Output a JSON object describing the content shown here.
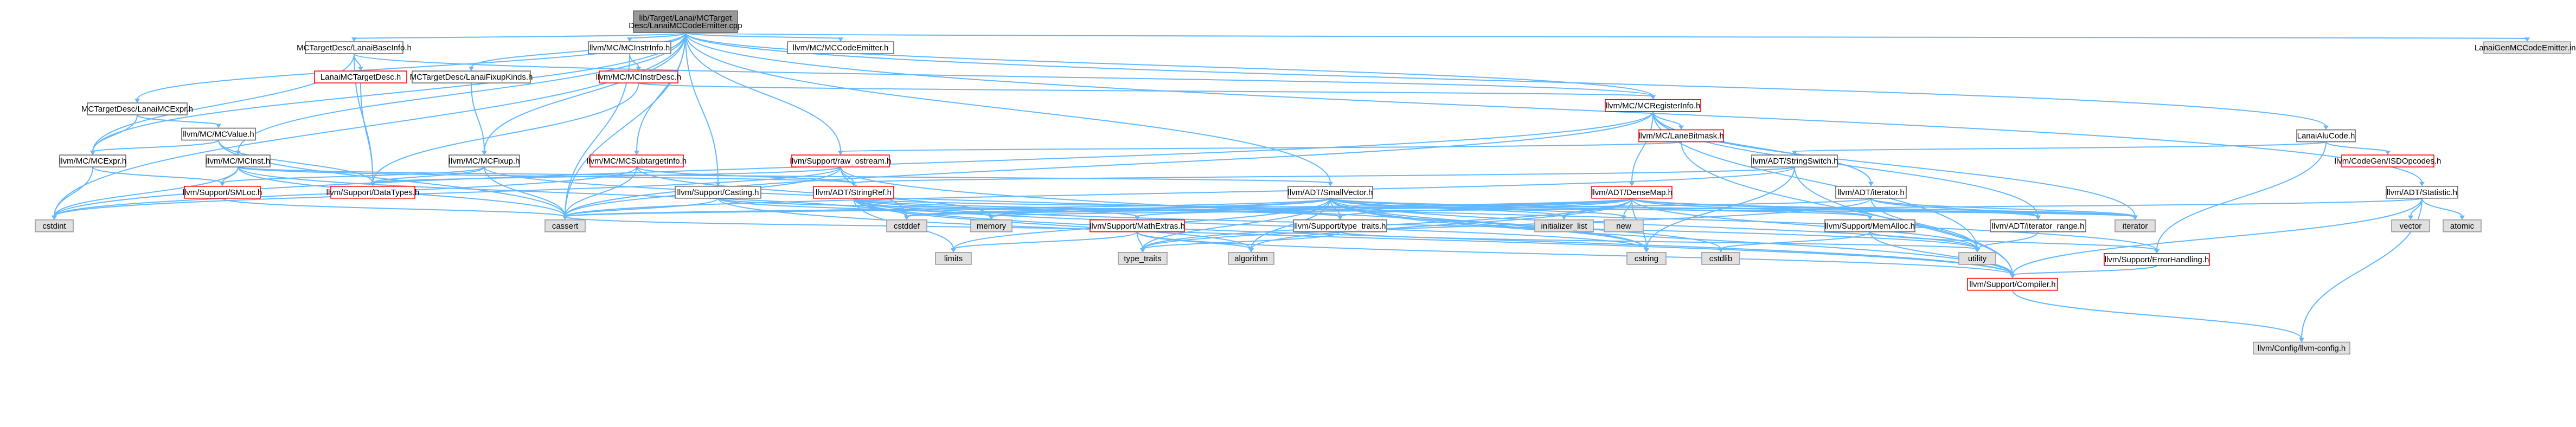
{
  "colors": {
    "edge": "#63b8ff",
    "root_fill": "#999999",
    "root_border": "#666666",
    "normal_fill": "#ffffff",
    "normal_border": "#666666",
    "normal_text": "#000000",
    "truncated_border": "#ff0000",
    "truncated_text": "#a50000",
    "system_fill": "#e0e0e0",
    "system_border": "#999999"
  },
  "nodes": [
    {
      "id": "root",
      "lines": [
        "lib/Target/Lanai/MCTarget",
        "Desc/LanaiMCCodeEmitter.cpp"
      ],
      "kind": "root"
    },
    {
      "id": "lanaibaseinfo",
      "lines": [
        "MCTargetDesc/LanaiBaseInfo.h"
      ],
      "kind": "normal"
    },
    {
      "id": "mcinstrinfo",
      "lines": [
        "llvm/MC/MCInstrInfo.h"
      ],
      "kind": "normal"
    },
    {
      "id": "mccodeemitter",
      "lines": [
        "llvm/MC/MCCodeEmitter.h"
      ],
      "kind": "normal"
    },
    {
      "id": "genmc",
      "lines": [
        "LanaiGenMCCodeEmitter.inc"
      ],
      "kind": "system"
    },
    {
      "id": "lanaimcexpr",
      "lines": [
        "MCTargetDesc/LanaiMCExpr.h"
      ],
      "kind": "normal"
    },
    {
      "id": "lanaitargetdesc",
      "lines": [
        "LanaiMCTargetDesc.h"
      ],
      "kind": "truncated"
    },
    {
      "id": "fixupkinds",
      "lines": [
        "MCTargetDesc/LanaiFixupKinds.h"
      ],
      "kind": "normal"
    },
    {
      "id": "mcinstrdesc",
      "lines": [
        "llvm/MC/MCInstrDesc.h"
      ],
      "kind": "truncated"
    },
    {
      "id": "mcregisterinfo",
      "lines": [
        "llvm/MC/MCRegisterInfo.h"
      ],
      "kind": "truncated"
    },
    {
      "id": "mcvalue",
      "lines": [
        "llvm/MC/MCValue.h"
      ],
      "kind": "normal"
    },
    {
      "id": "mcexpr",
      "lines": [
        "llvm/MC/MCExpr.h"
      ],
      "kind": "normal"
    },
    {
      "id": "mcinst",
      "lines": [
        "llvm/MC/MCInst.h"
      ],
      "kind": "normal"
    },
    {
      "id": "mcfixup",
      "lines": [
        "llvm/MC/MCFixup.h"
      ],
      "kind": "normal"
    },
    {
      "id": "subtargetinfo",
      "lines": [
        "llvm/MC/MCSubtargetInfo.h"
      ],
      "kind": "truncated"
    },
    {
      "id": "lanebitmask",
      "lines": [
        "llvm/MC/LaneBitmask.h"
      ],
      "kind": "truncated"
    },
    {
      "id": "lanaialuchode",
      "lines": [
        "LanaiAluCode.h"
      ],
      "kind": "normal"
    },
    {
      "id": "isdopcodes",
      "lines": [
        "llvm/CodeGen/ISDOpcodes.h"
      ],
      "kind": "truncated"
    },
    {
      "id": "rawostream",
      "lines": [
        "llvm/Support/raw_ostream.h"
      ],
      "kind": "truncated"
    },
    {
      "id": "stringswitch",
      "lines": [
        "llvm/ADT/StringSwitch.h"
      ],
      "kind": "normal"
    },
    {
      "id": "smloc",
      "lines": [
        "llvm/Support/SMLoc.h"
      ],
      "kind": "truncated"
    },
    {
      "id": "datatypes",
      "lines": [
        "llvm/Support/DataTypes.h"
      ],
      "kind": "truncated"
    },
    {
      "id": "stringref",
      "lines": [
        "llvm/ADT/StringRef.h"
      ],
      "kind": "truncated"
    },
    {
      "id": "casting",
      "lines": [
        "llvm/Support/Casting.h"
      ],
      "kind": "normal"
    },
    {
      "id": "smallvector",
      "lines": [
        "llvm/ADT/SmallVector.h"
      ],
      "kind": "normal"
    },
    {
      "id": "densemap",
      "lines": [
        "llvm/ADT/DenseMap.h"
      ],
      "kind": "truncated"
    },
    {
      "id": "adtiterator",
      "lines": [
        "llvm/ADT/iterator.h"
      ],
      "kind": "normal"
    },
    {
      "id": "statistic",
      "lines": [
        "llvm/ADT/Statistic.h"
      ],
      "kind": "normal"
    },
    {
      "id": "cstdint",
      "lines": [
        "cstdint"
      ],
      "kind": "system"
    },
    {
      "id": "cassert",
      "lines": [
        "cassert"
      ],
      "kind": "system"
    },
    {
      "id": "cstddef",
      "lines": [
        "cstddef"
      ],
      "kind": "system"
    },
    {
      "id": "memory",
      "lines": [
        "memory"
      ],
      "kind": "system"
    },
    {
      "id": "mathextras",
      "lines": [
        "llvm/Support/MathExtras.h"
      ],
      "kind": "truncated"
    },
    {
      "id": "typetraitsh",
      "lines": [
        "llvm/Support/type_traits.h"
      ],
      "kind": "normal"
    },
    {
      "id": "initlist",
      "lines": [
        "initializer_list"
      ],
      "kind": "system"
    },
    {
      "id": "new",
      "lines": [
        "new"
      ],
      "kind": "system"
    },
    {
      "id": "memalloc",
      "lines": [
        "llvm/Support/MemAlloc.h"
      ],
      "kind": "normal"
    },
    {
      "id": "iterrange",
      "lines": [
        "llvm/ADT/iterator_range.h"
      ],
      "kind": "normal"
    },
    {
      "id": "iterator",
      "lines": [
        "iterator"
      ],
      "kind": "system"
    },
    {
      "id": "vector",
      "lines": [
        "vector"
      ],
      "kind": "system"
    },
    {
      "id": "atomic",
      "lines": [
        "atomic"
      ],
      "kind": "system"
    },
    {
      "id": "limits",
      "lines": [
        "limits"
      ],
      "kind": "system"
    },
    {
      "id": "typetraits",
      "lines": [
        "type_traits"
      ],
      "kind": "system"
    },
    {
      "id": "algorithm",
      "lines": [
        "algorithm"
      ],
      "kind": "system"
    },
    {
      "id": "cstring",
      "lines": [
        "cstring"
      ],
      "kind": "system"
    },
    {
      "id": "cstdlib",
      "lines": [
        "cstdlib"
      ],
      "kind": "system"
    },
    {
      "id": "utility",
      "lines": [
        "utility"
      ],
      "kind": "system"
    },
    {
      "id": "errorhandling",
      "lines": [
        "llvm/Support/ErrorHandling.h"
      ],
      "kind": "truncated"
    },
    {
      "id": "compiler",
      "lines": [
        "llvm/Support/Compiler.h"
      ],
      "kind": "truncated"
    },
    {
      "id": "llvmconfig",
      "lines": [
        "llvm/Config/llvm-config.h"
      ],
      "kind": "system"
    }
  ],
  "edges": [
    [
      "root",
      "lanaibaseinfo"
    ],
    [
      "root",
      "mcinstrinfo"
    ],
    [
      "root",
      "mccodeemitter"
    ],
    [
      "root",
      "genmc"
    ],
    [
      "root",
      "lanaimcexpr"
    ],
    [
      "root",
      "fixupkinds"
    ],
    [
      "root",
      "mcregisterinfo"
    ],
    [
      "root",
      "mcexpr"
    ],
    [
      "root",
      "mcinst"
    ],
    [
      "root",
      "mcfixup"
    ],
    [
      "root",
      "subtargetinfo"
    ],
    [
      "root",
      "rawostream"
    ],
    [
      "root",
      "lanaialuchode"
    ],
    [
      "root",
      "casting"
    ],
    [
      "root",
      "smallvector"
    ],
    [
      "root",
      "statistic"
    ],
    [
      "root",
      "cstdint"
    ],
    [
      "root",
      "cassert"
    ],
    [
      "lanaibaseinfo",
      "lanaitargetdesc"
    ],
    [
      "lanaibaseinfo",
      "mcregisterinfo"
    ],
    [
      "lanaibaseinfo",
      "datatypes"
    ],
    [
      "lanaibaseinfo",
      "mcexpr"
    ],
    [
      "lanaitargetdesc",
      "datatypes"
    ],
    [
      "mcinstrinfo",
      "mcinstrdesc"
    ],
    [
      "mcinstrinfo",
      "cassert"
    ],
    [
      "mcinstrdesc",
      "mcregisterinfo"
    ],
    [
      "mcinstrdesc",
      "datatypes"
    ],
    [
      "fixupkinds",
      "mcfixup"
    ],
    [
      "lanaimcexpr",
      "mcexpr"
    ],
    [
      "lanaimcexpr",
      "mcvalue"
    ],
    [
      "mcvalue",
      "mcexpr"
    ],
    [
      "mcvalue",
      "datatypes"
    ],
    [
      "mcvalue",
      "cassert"
    ],
    [
      "mcexpr",
      "smloc"
    ],
    [
      "mcexpr",
      "cstdint"
    ],
    [
      "mcinst",
      "smloc"
    ],
    [
      "mcinst",
      "stringref"
    ],
    [
      "mcinst",
      "smallvector"
    ],
    [
      "mcinst",
      "cassert"
    ],
    [
      "mcinst",
      "cstdint"
    ],
    [
      "mcinst",
      "cstddef"
    ],
    [
      "mcfixup",
      "smloc"
    ],
    [
      "mcfixup",
      "datatypes"
    ],
    [
      "mcfixup",
      "errorhandling"
    ],
    [
      "mcfixup",
      "cassert"
    ],
    [
      "subtargetinfo",
      "stringref"
    ],
    [
      "subtargetinfo",
      "cassert"
    ],
    [
      "subtargetinfo",
      "cstdint"
    ],
    [
      "subtargetinfo",
      "memory"
    ],
    [
      "mcregisterinfo",
      "lanebitmask"
    ],
    [
      "mcregisterinfo",
      "densemap"
    ],
    [
      "mcregisterinfo",
      "adtiterator"
    ],
    [
      "mcregisterinfo",
      "iterrange"
    ],
    [
      "mcregisterinfo",
      "cassert"
    ],
    [
      "mcregisterinfo",
      "cstdint"
    ],
    [
      "mcregisterinfo",
      "iterator"
    ],
    [
      "mcregisterinfo",
      "utility"
    ],
    [
      "lanebitmask",
      "rawostream"
    ],
    [
      "lanebitmask",
      "compiler"
    ],
    [
      "rawostream",
      "stringref"
    ],
    [
      "rawostream",
      "datatypes"
    ],
    [
      "rawostream",
      "cassert"
    ],
    [
      "rawostream",
      "cstddef"
    ],
    [
      "rawostream",
      "cstdint"
    ],
    [
      "rawostream",
      "cstring"
    ],
    [
      "lanaialuchode",
      "stringswitch"
    ],
    [
      "lanaialuchode",
      "isdopcodes"
    ],
    [
      "lanaialuchode",
      "errorhandling"
    ],
    [
      "stringswitch",
      "stringref"
    ],
    [
      "stringswitch",
      "compiler"
    ],
    [
      "stringswitch",
      "cassert"
    ],
    [
      "stringswitch",
      "cstring"
    ],
    [
      "smloc",
      "cassert"
    ],
    [
      "stringref",
      "mathextras"
    ],
    [
      "stringref",
      "cstddef"
    ],
    [
      "stringref",
      "typetraitsh"
    ],
    [
      "stringref",
      "iterator"
    ],
    [
      "stringref",
      "limits"
    ],
    [
      "stringref",
      "algorithm"
    ],
    [
      "stringref",
      "cstring"
    ],
    [
      "stringref",
      "compiler"
    ],
    [
      "stringref",
      "utility"
    ],
    [
      "casting",
      "typetraitsh"
    ],
    [
      "casting",
      "cassert"
    ],
    [
      "casting",
      "memory"
    ],
    [
      "casting",
      "compiler"
    ],
    [
      "smallvector",
      "compiler"
    ],
    [
      "smallvector",
      "typetraitsh"
    ],
    [
      "smallvector",
      "algorithm"
    ],
    [
      "smallvector",
      "cassert"
    ],
    [
      "smallvector",
      "cstddef"
    ],
    [
      "smallvector",
      "cstdlib"
    ],
    [
      "smallvector",
      "cstring"
    ],
    [
      "smallvector",
      "initlist"
    ],
    [
      "smallvector",
      "iterator"
    ],
    [
      "smallvector",
      "limits"
    ],
    [
      "smallvector",
      "memory"
    ],
    [
      "smallvector",
      "new"
    ],
    [
      "smallvector",
      "typetraits"
    ],
    [
      "smallvector",
      "utility"
    ],
    [
      "smallvector",
      "memalloc"
    ],
    [
      "densemap",
      "mathextras"
    ],
    [
      "densemap",
      "memalloc"
    ],
    [
      "densemap",
      "typetraitsh"
    ],
    [
      "densemap",
      "iterrange"
    ],
    [
      "densemap",
      "algorithm"
    ],
    [
      "densemap",
      "cassert"
    ],
    [
      "densemap",
      "cstddef"
    ],
    [
      "densemap",
      "cstring"
    ],
    [
      "densemap",
      "initlist"
    ],
    [
      "densemap",
      "iterator"
    ],
    [
      "densemap",
      "new"
    ],
    [
      "densemap",
      "typetraits"
    ],
    [
      "densemap",
      "utility"
    ],
    [
      "adtiterator",
      "iterrange"
    ],
    [
      "adtiterator",
      "iterator"
    ],
    [
      "adtiterator",
      "cstddef"
    ],
    [
      "adtiterator",
      "typetraits"
    ],
    [
      "adtiterator",
      "utility"
    ],
    [
      "iterrange",
      "utility"
    ],
    [
      "statistic",
      "compiler"
    ],
    [
      "statistic",
      "llvmconfig"
    ],
    [
      "statistic",
      "atomic"
    ],
    [
      "statistic",
      "memory"
    ],
    [
      "statistic",
      "vector"
    ],
    [
      "mathextras",
      "compiler"
    ],
    [
      "mathextras",
      "cassert"
    ],
    [
      "mathextras",
      "algorithm"
    ],
    [
      "mathextras",
      "limits"
    ],
    [
      "mathextras",
      "typetraits"
    ],
    [
      "typetraitsh",
      "typetraits"
    ],
    [
      "typetraitsh",
      "utility"
    ],
    [
      "memalloc",
      "compiler"
    ],
    [
      "memalloc",
      "errorhandling"
    ],
    [
      "memalloc",
      "cstdlib"
    ],
    [
      "errorhandling",
      "compiler"
    ],
    [
      "compiler",
      "llvmconfig"
    ]
  ]
}
